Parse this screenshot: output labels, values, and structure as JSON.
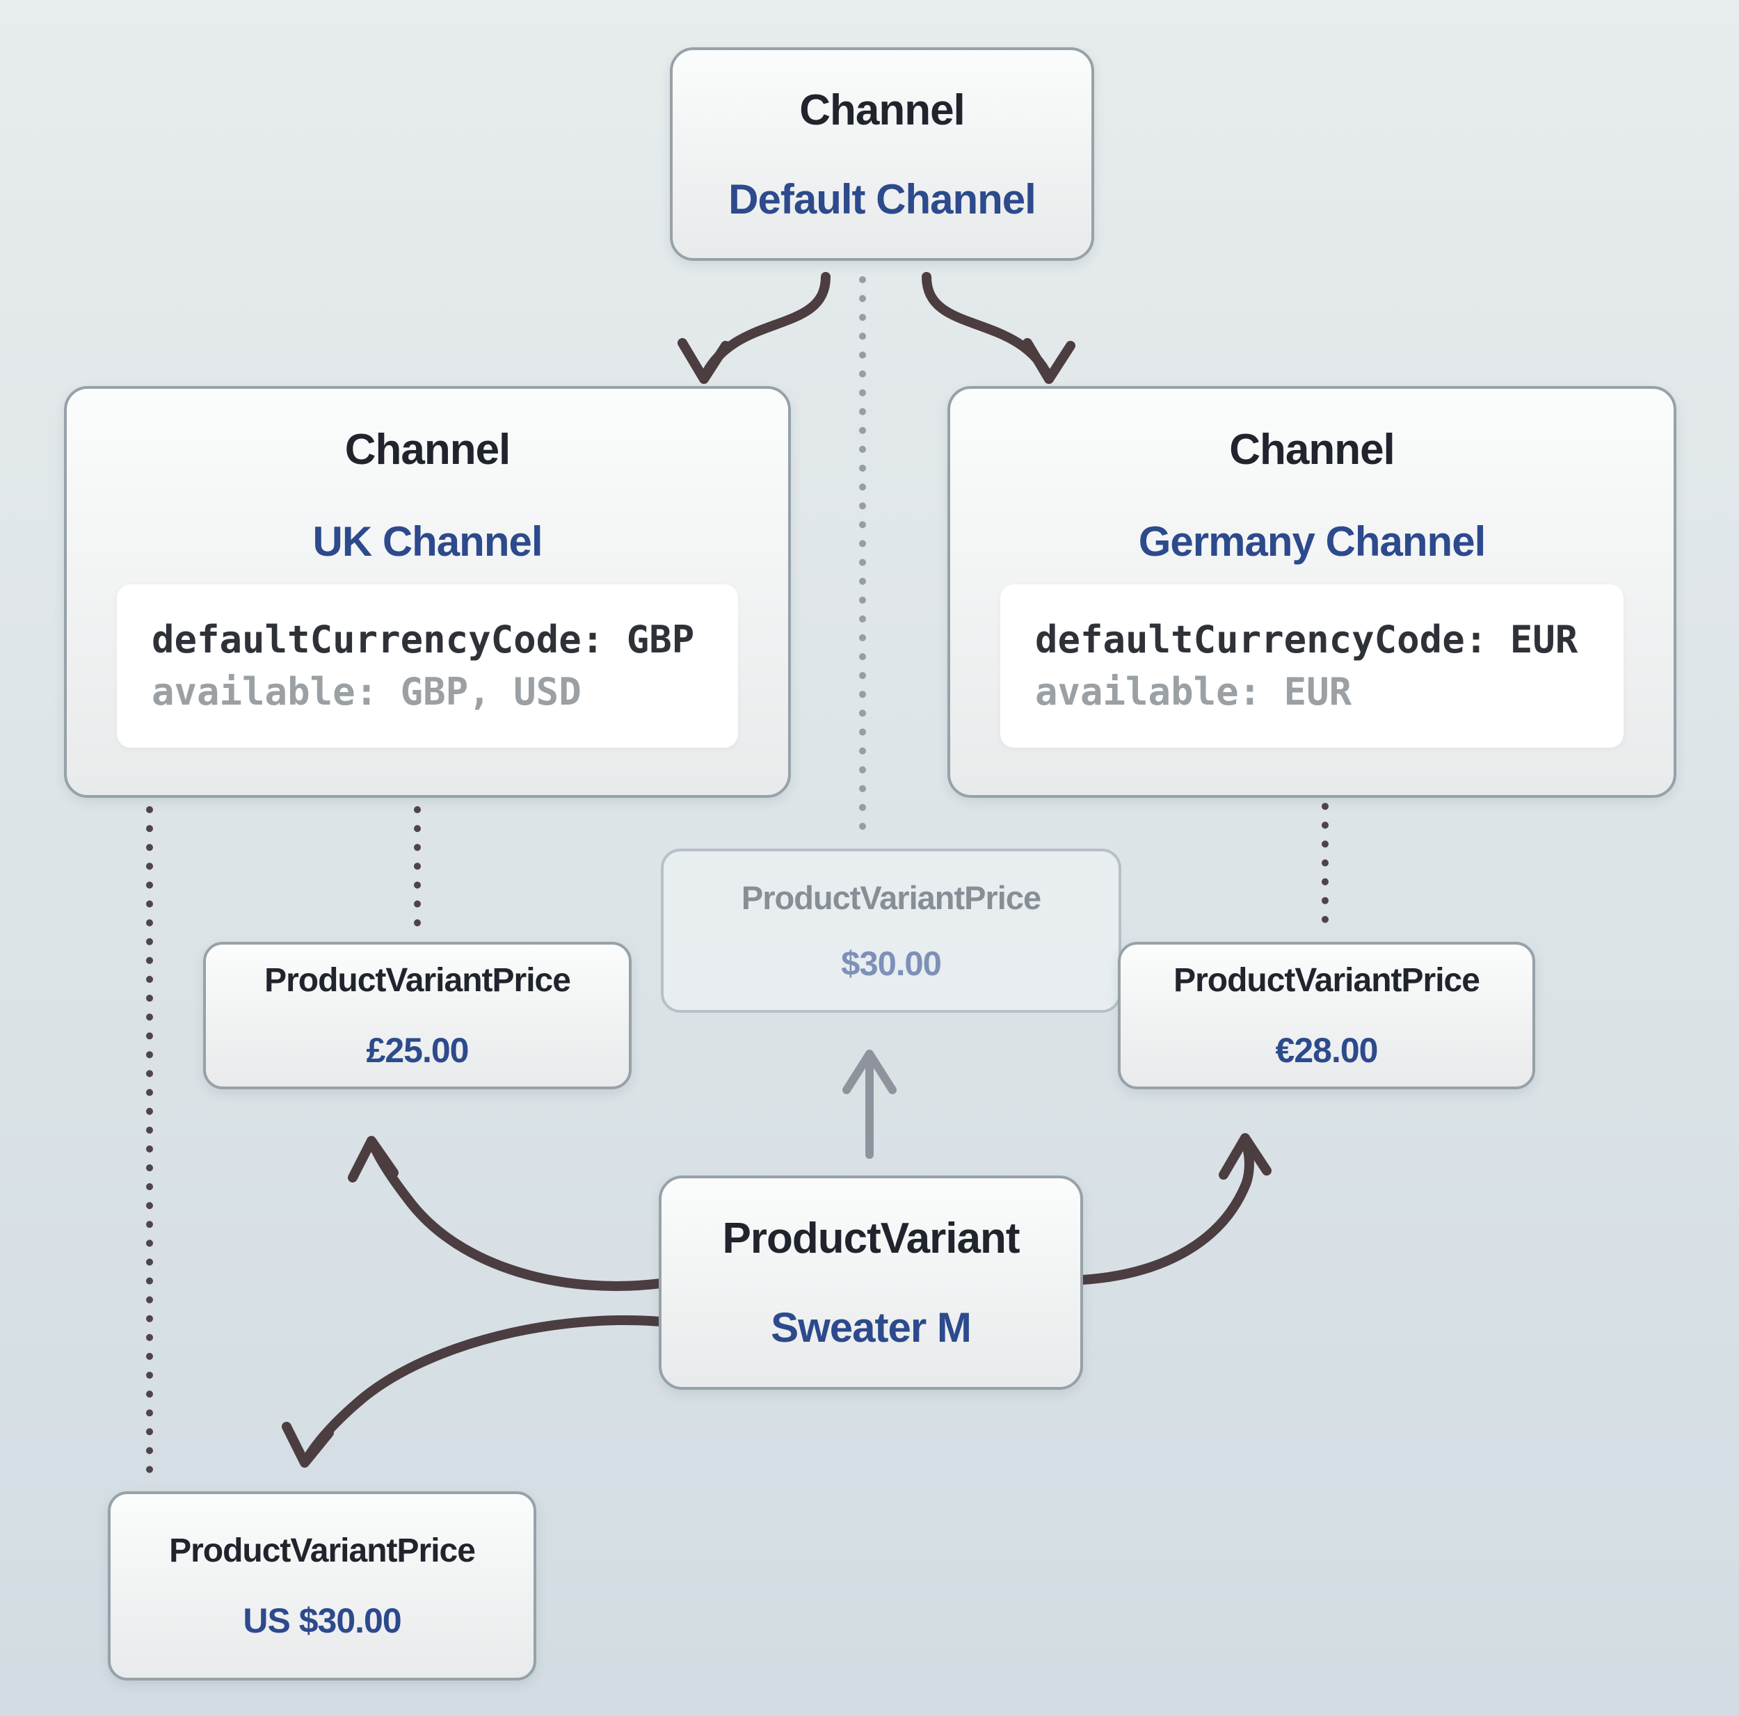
{
  "colors": {
    "bg-top": "#e7eced",
    "bg-bottom": "#d2dce2",
    "box-border": "#97a1a8",
    "box-bg-top": "#fbfcfc",
    "box-bg-bottom": "#e8eaeb",
    "title-color": "#20242c",
    "name-color": "#2c4a8c",
    "code-key-color": "#2e3238",
    "code-muted-color": "#9aa0a4",
    "faded-border": "#b7c0c7",
    "faded-title": "#878e95",
    "faded-value": "#7d90b7",
    "arrow-dark": "#4b3d40",
    "arrow-gray": "#8f939d",
    "dots-light": "#959ea6",
    "dots-dark": "#4f4449"
  },
  "nodes": {
    "default_channel": {
      "entity": "Channel",
      "name": "Default Channel"
    },
    "uk_channel": {
      "entity": "Channel",
      "name": "UK Channel",
      "code": {
        "line1": "defaultCurrencyCode: GBP",
        "line2": "available: GBP, USD"
      }
    },
    "germany_channel": {
      "entity": "Channel",
      "name": "Germany Channel",
      "code": {
        "line1": "defaultCurrencyCode: EUR",
        "line2": "available: EUR"
      }
    },
    "default_price": {
      "entity": "ProductVariantPrice",
      "value": "$30.00"
    },
    "uk_price": {
      "entity": "ProductVariantPrice",
      "value": "£25.00"
    },
    "germany_price": {
      "entity": "ProductVariantPrice",
      "value": "€28.00"
    },
    "product_variant": {
      "entity": "ProductVariant",
      "name": "Sweater M"
    },
    "us_price": {
      "entity": "ProductVariantPrice",
      "value": "US $30.00"
    }
  }
}
